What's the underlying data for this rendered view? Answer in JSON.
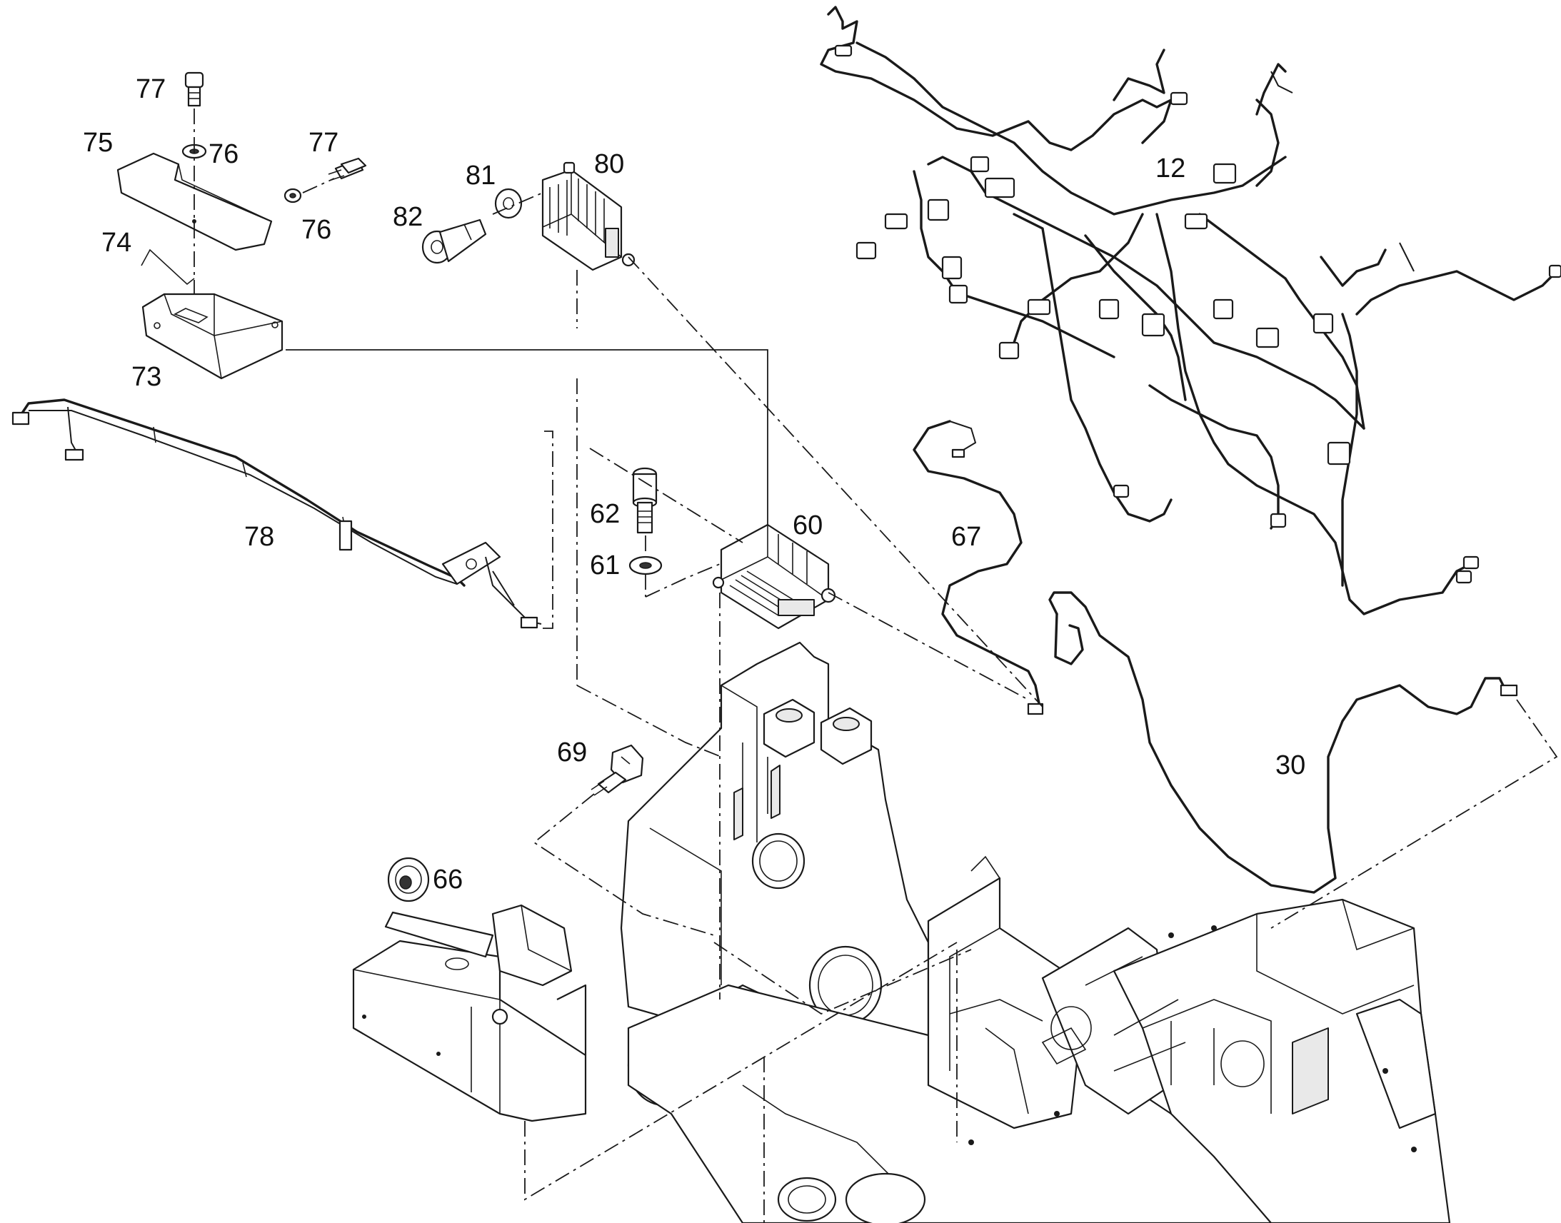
{
  "labels": {
    "l12": "12",
    "l30": "30",
    "l60": "60",
    "l61": "61",
    "l62": "62",
    "l66": "66",
    "l67": "67",
    "l69": "69",
    "l73": "73",
    "l74": "74",
    "l75": "75",
    "l76a": "76",
    "l76b": "76",
    "l77a": "77",
    "l77b": "77",
    "l78": "78",
    "l80": "80",
    "l81": "81",
    "l82": "82"
  }
}
